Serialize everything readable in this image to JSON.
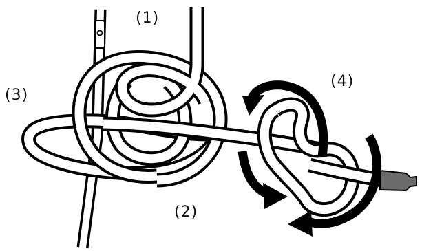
{
  "labels": {
    "step1": "(1)",
    "step2": "(2)",
    "step3": "(3)",
    "step4": "(4)"
  },
  "colors": {
    "rope_outline": "#000000",
    "rope_fill": "#ffffff",
    "arrow": "#000000",
    "rope_end": "#6b6b6b"
  }
}
